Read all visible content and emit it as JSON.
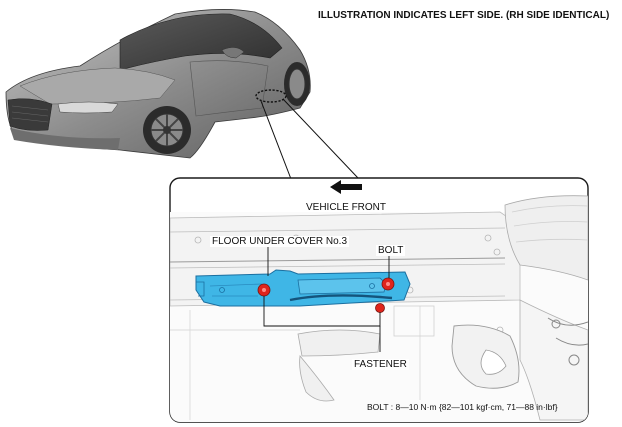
{
  "header": {
    "note": "ILLUSTRATION INDICATES LEFT SIDE. (RH SIDE IDENTICAL)"
  },
  "callout": {
    "direction_label": "VEHICLE FRONT",
    "part_label": "FLOOR UNDER COVER No.3",
    "bolt_label": "BOLT",
    "fastener_label": "FASTENER",
    "torque_spec": "BOLT : 8—10 N·m {82—101 kgf·cm, 71—88 in·lbf}"
  },
  "colors": {
    "cover_fill": "#3fb6e6",
    "cover_edge": "#1b6fa0",
    "marker_red": "#e0241b",
    "car_body": "#9a9a9a",
    "frame": "#1a1a1a"
  },
  "icons": {
    "direction_arrow": "arrow-left-icon",
    "marker": "red-dot-marker"
  }
}
